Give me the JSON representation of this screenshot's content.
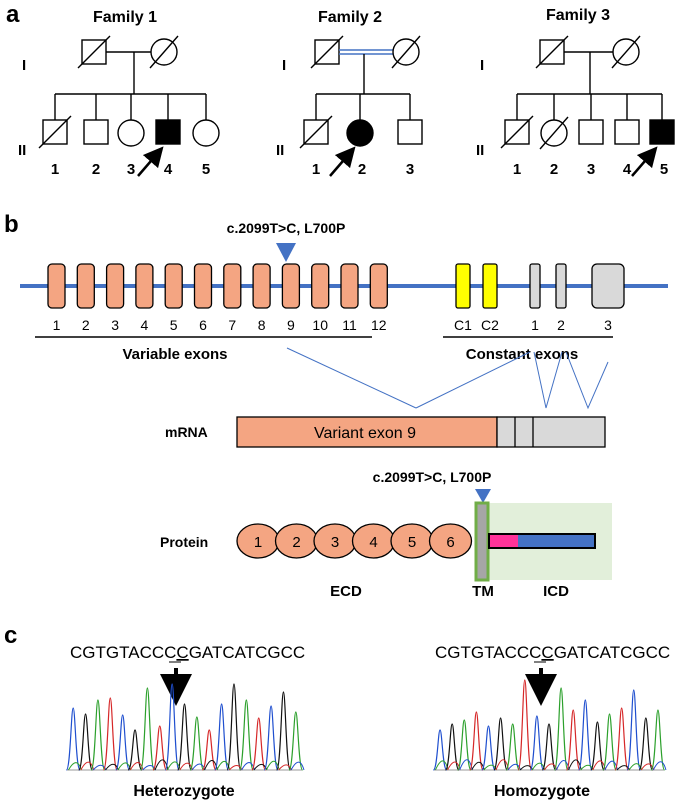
{
  "panel_labels": {
    "a": "a",
    "b": "b",
    "c": "c"
  },
  "pedigree": {
    "families": [
      {
        "title": "Family 1",
        "gen_1": "I",
        "gen_2": "II",
        "members": [
          "1",
          "2",
          "3",
          "4",
          "5"
        ]
      },
      {
        "title": "Family 2",
        "gen_1": "I",
        "gen_2": "II",
        "members": [
          "1",
          "2",
          "3"
        ]
      },
      {
        "title": "Family 3",
        "gen_1": "I",
        "gen_2": "II",
        "members": [
          "1",
          "2",
          "3",
          "4",
          "5"
        ]
      }
    ]
  },
  "gene": {
    "variant_label": "c.2099T>C, L700P",
    "variable_exons": [
      "1",
      "2",
      "3",
      "4",
      "5",
      "6",
      "7",
      "8",
      "9",
      "10",
      "11",
      "12"
    ],
    "constant_exons": [
      "C1",
      "C2",
      "1",
      "2",
      "3"
    ],
    "variable_caption": "Variable exons",
    "constant_caption": "Constant exons",
    "colors": {
      "line": "#4472c4",
      "variable": "#f4a582",
      "constant_c": "#ffff00",
      "constant_grey": "#d9d9d9"
    }
  },
  "mrna": {
    "label": "mRNA",
    "exon_text": "Variant exon 9"
  },
  "protein": {
    "label": "Protein",
    "variant_label": "c.2099T>C, L700P",
    "domains": [
      "1",
      "2",
      "3",
      "4",
      "5",
      "6"
    ],
    "ecd": "ECD",
    "tm": "TM",
    "icd": "ICD",
    "colors": {
      "icd_bg": "#e2efda",
      "tm": "#a6a6a6",
      "tm_border": "#70ad47",
      "pink": "#ff3399",
      "blue": "#4472c4"
    }
  },
  "sequencing": {
    "left": {
      "seq_a": "CGTGTACCC",
      "seq_mid": "C",
      "seq_b": "GATCATCGCC",
      "caption": "Heterozygote"
    },
    "right": {
      "seq_a": "CGTGTACCC",
      "seq_mid": "C",
      "seq_b": "GATCATCGCC",
      "caption": "Homozygote"
    }
  }
}
